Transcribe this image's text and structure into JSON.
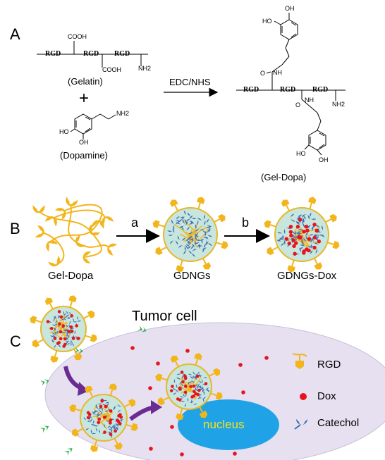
{
  "panels": {
    "a": "A",
    "b": "B",
    "c": "C"
  },
  "scheme_a": {
    "gelatin_label": "(Gelatin)",
    "dopamine_label": "(Dopamine)",
    "product_label": "(Gel-Dopa)",
    "reagent": "EDC/NHS",
    "plus": "+",
    "rgd": "RGD",
    "cooh": "COOH",
    "nh2": "NH2",
    "nh": "NH",
    "oh": "OH",
    "ho": "HO",
    "o": "O"
  },
  "scheme_b": {
    "step_a": "a",
    "step_b": "b",
    "stage1": "Gel-Dopa",
    "stage2": "GDNGs",
    "stage3": "GDNGs-Dox"
  },
  "scheme_c": {
    "cell_label": "Tumor cell",
    "nucleus_label": "nucleus",
    "legend": [
      {
        "name": "RGD",
        "icon": "rgd-icon"
      },
      {
        "name": "Dox",
        "icon": "dox-dot-icon",
        "color": "#e8141d"
      },
      {
        "name": "Catechol",
        "icon": "catechol-icon",
        "color": "#3d6fb5"
      }
    ]
  },
  "colors": {
    "cell": "#e6e0f0",
    "nucleus": "#1fa3e6",
    "nanogel_fill": "#c8e6dd",
    "nanogel_border": "#e6b82a",
    "gelatin_chain": "#f2b51c",
    "catechol": "#3d6fb5",
    "dox": "#e8141d",
    "arrow_purple": "#6a2c91",
    "receptor": "#2fae48"
  }
}
